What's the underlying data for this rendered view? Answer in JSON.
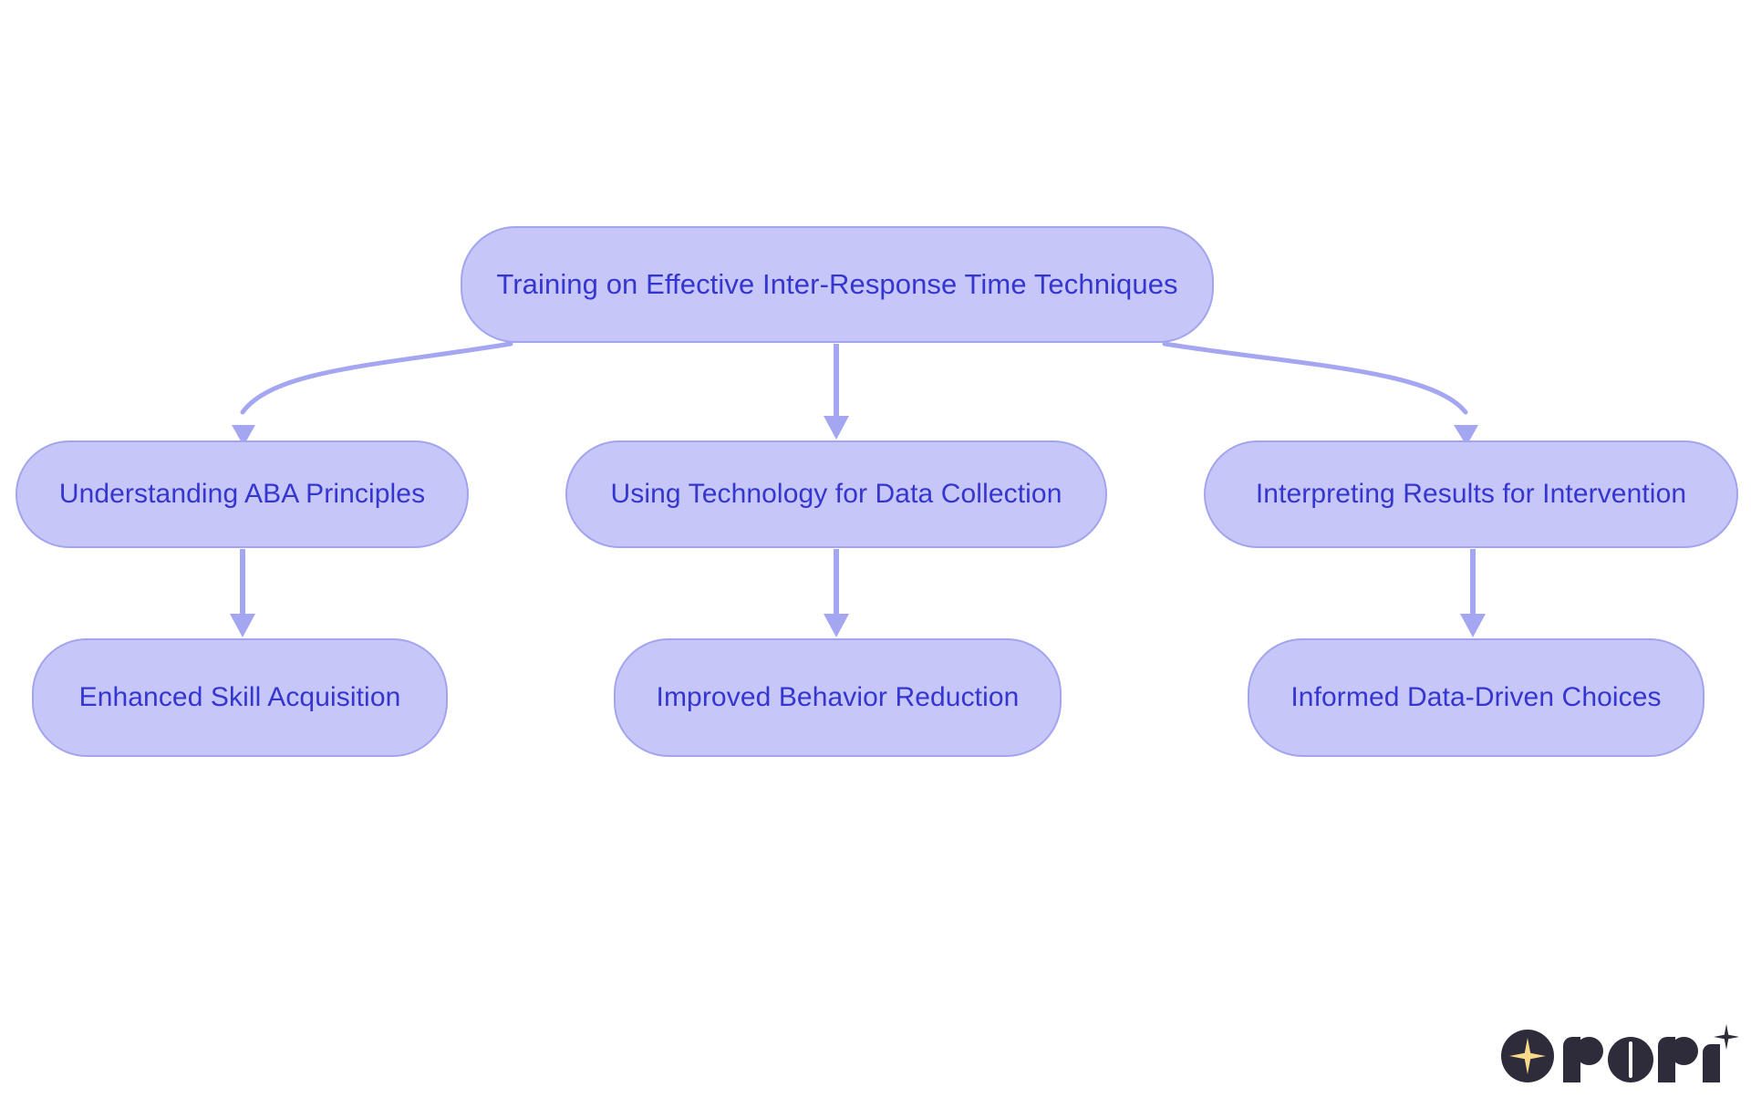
{
  "diagram": {
    "type": "flowchart",
    "orientation": "top-down",
    "background_color": "#ffffff",
    "node_fill": "#c6c7f8",
    "node_border": "#a3a4ee",
    "node_text_color": "#3535cf",
    "edge_color": "#a5a6f2",
    "nodes": [
      {
        "id": "root",
        "label": "Training on Effective Inter-Response Time Techniques",
        "row": 1,
        "column": 2
      },
      {
        "id": "aba",
        "label": "Understanding ABA Principles",
        "row": 2,
        "column": 1
      },
      {
        "id": "tech",
        "label": "Using Technology for Data Collection",
        "row": 2,
        "column": 2
      },
      {
        "id": "interp",
        "label": "Interpreting Results for Intervention",
        "row": 2,
        "column": 3
      },
      {
        "id": "skill",
        "label": "Enhanced Skill Acquisition",
        "row": 3,
        "column": 1
      },
      {
        "id": "behavior",
        "label": "Improved Behavior Reduction",
        "row": 3,
        "column": 2
      },
      {
        "id": "choices",
        "label": "Informed Data-Driven Choices",
        "row": 3,
        "column": 3
      }
    ],
    "edges": [
      {
        "from": "root",
        "to": "aba",
        "style": "curved",
        "arrow": "triangle"
      },
      {
        "from": "root",
        "to": "tech",
        "style": "straight",
        "arrow": "triangle"
      },
      {
        "from": "root",
        "to": "interp",
        "style": "curved",
        "arrow": "triangle"
      },
      {
        "from": "aba",
        "to": "skill",
        "style": "straight",
        "arrow": "triangle"
      },
      {
        "from": "tech",
        "to": "behavior",
        "style": "straight",
        "arrow": "triangle"
      },
      {
        "from": "interp",
        "to": "choices",
        "style": "straight",
        "arrow": "triangle"
      }
    ]
  },
  "branding": {
    "logo_text": "rori",
    "logo_dark_color": "#2e2c3b",
    "logo_accent_color": "#f9d98a",
    "mark_icon": "four-point-star-icon"
  }
}
